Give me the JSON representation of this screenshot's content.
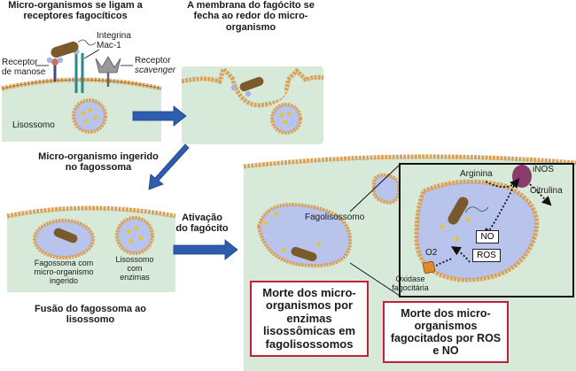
{
  "colors": {
    "cell": "#d7ead9",
    "membrane": "#d9a15a",
    "lumen": "#b9c4ec",
    "accent_box": "#c0203a",
    "arrow": "#2e5cae"
  },
  "labels": {
    "title_bind": "Micro-organismos se ligam a receptores fagocíticos",
    "title_close": "A membrana do fagócito se fecha ao redor do micro-organismo",
    "integrin": "Integrina Mac-1",
    "mannose": "Receptor de manose",
    "scavenger_word": "Receptor",
    "scavenger_italic": "scavenger",
    "lysosome": "Lisossomo",
    "ingested": "Micro-organismo ingerido no fagossoma",
    "activation": "Ativação do fagócito",
    "phagolysosome": "Fagolisossomo",
    "phagosome": "Fagossoma com micro-organismo ingerido",
    "lysosome_enzymes": "Lisossomo com enzimas",
    "fusion": "Fusão do fagossoma ao lisossomo",
    "arginine": "Arginina",
    "inos": "iNOS",
    "citrulline": "Citrulina",
    "no": "NO",
    "ros": "ROS",
    "o2": "O2",
    "oxidase": "Oxidase fagocitária"
  },
  "boxes": {
    "enzymes": "Morte dos micro-organismos por enzimas lisossômicas em fagolisossomos",
    "ros_no": "Morte dos micro-organismos fagocitados por ROS e NO"
  }
}
